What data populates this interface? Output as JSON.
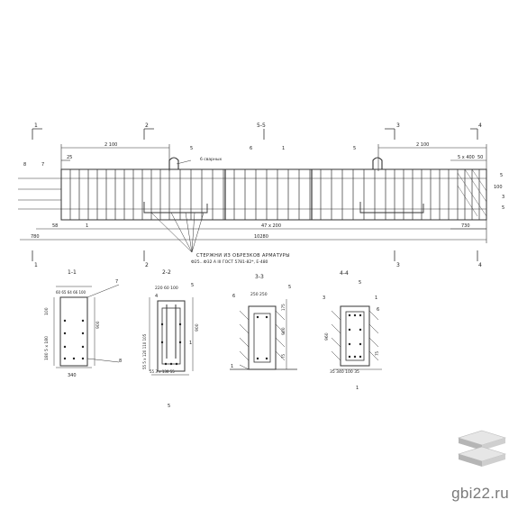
{
  "sections": {
    "s1": "1",
    "s2": "2",
    "s55": "5-5",
    "s3": "3",
    "s4": "4"
  },
  "plan": {
    "dim_left": "2 100",
    "dim_right": "2 100",
    "dim_5x400": "5 x 400",
    "dim_total": "47 x 200",
    "dim_overall": "10280",
    "dim_780": "780",
    "dim_25": "25",
    "dim_50_right": "50",
    "dim_58": "58",
    "dim_1": "1",
    "dim_730": "730",
    "hook_label": "6 сварных",
    "callouts": [
      "8",
      "7",
      "5",
      "6",
      "1",
      "5",
      "5",
      "3",
      "4",
      "2"
    ],
    "right_dims": [
      "5",
      "100",
      "3",
      "5"
    ],
    "note_line1": "СТЕРЖНИ ИЗ ОБРЕЗКОВ АРМАТУРЫ",
    "note_line2": "Ф25...Ф32 А III ГОСТ 5781-82*, Е-480"
  },
  "cuts": {
    "c11": {
      "title": "1-1",
      "top": "60 65 64 66 100",
      "left_v": "100",
      "left_v2": "180 5 x 180",
      "right_v": "900",
      "bottom": "340",
      "call_7": "7",
      "call_8": "8"
    },
    "c22": {
      "title": "2-2",
      "top": "220 60 100",
      "call_4": "4",
      "call_5": "5",
      "left_v": "55 5 x 120 110 105",
      "right_v": "900",
      "bottom": "55 3 x 130 55",
      "call_1": "1",
      "below": "5"
    },
    "c33": {
      "title": "3-3",
      "top": "250 250",
      "call_5": "5",
      "call_6": "6",
      "right_v": "900",
      "r1": "175",
      "r2": "75",
      "call_l": "1"
    },
    "c44": {
      "title": "4-4",
      "call_3": "3",
      "call_5": "5",
      "call_1": "1",
      "call_6": "6",
      "left_v": "960",
      "right_v": "75",
      "bottom": "35 340 100 35",
      "below": "1"
    }
  },
  "watermark": "gbi22.ru"
}
